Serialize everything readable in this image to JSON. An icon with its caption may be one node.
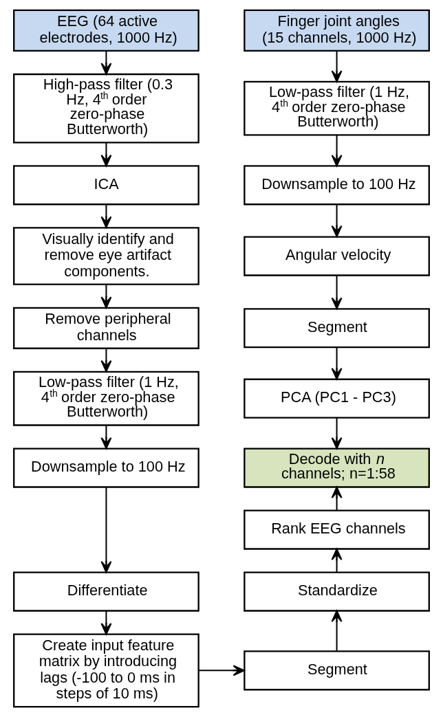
{
  "diagram": {
    "nodes": [
      {
        "text": [
          "EEG (64 active electrodes, 1000 Hz)"
        ]
      },
      {
        "text": [
          "High-pass filter (0.3 Hz, 4$^{th}$ order zero-phase Butterworth)"
        ]
      },
      {
        "text": [
          "ICA"
        ]
      },
      {
        "text": [
          "Visually identify and remove eye artifact components."
        ]
      },
      {
        "text": [
          "Remove peripheral channels"
        ]
      },
      {
        "text": [
          "Low-pass filter (1 Hz, 4$^{th}$ order zero-phase Butterworth)"
        ]
      },
      {
        "text": [
          "Downsample to 100 Hz"
        ]
      },
      {
        "text": [
          "Differentiate"
        ]
      },
      {
        "text": [
          "Create input feature matrix by introducing lags (-100 to 0 ms in steps of 10 ms)"
        ]
      },
      {
        "text": [
          "Finger joint angles (15 channels, 1000 Hz)"
        ]
      },
      {
        "text": [
          "Low-pass filter (1 Hz, 4$^{th}$ order zero-phase Butterworth)"
        ]
      },
      {
        "text": [
          "Downsample to 100 Hz"
        ]
      },
      {
        "text": [
          "Angular velocity"
        ]
      },
      {
        "text": [
          "Segment"
        ]
      },
      {
        "text": [
          "PCA (PC1 - PC3)"
        ]
      },
      {
        "text": [
          "Decode with *n* channels; n=1:58"
        ]
      },
      {
        "text": [
          "Rank EEG channels"
        ]
      },
      {
        "text": [
          "Standardize"
        ]
      },
      {
        "text": [
          "Segment"
        ]
      }
    ],
    "edges": [
      {
        "from": 0,
        "to": 1,
        "arrow": "to"
      },
      {
        "from": 1,
        "to": 2,
        "arrow": "to"
      },
      {
        "from": 2,
        "to": 3,
        "arrow": "to"
      },
      {
        "from": 3,
        "to": 4,
        "arrow": "to"
      },
      {
        "from": 4,
        "to": 5,
        "arrow": "to"
      },
      {
        "from": 5,
        "to": 6,
        "arrow": "to"
      },
      {
        "from": 6,
        "to": 7,
        "arrow": "to"
      },
      {
        "from": 7,
        "to": 8,
        "arrow": "to"
      },
      {
        "from": 9,
        "to": 10,
        "arrow": "to"
      },
      {
        "from": 10,
        "to": 11,
        "arrow": "to"
      },
      {
        "from": 11,
        "to": 12,
        "arrow": "to"
      },
      {
        "from": 12,
        "to": 13,
        "arrow": "to"
      },
      {
        "from": 13,
        "to": 14,
        "arrow": "to"
      },
      {
        "from": 14,
        "to": 15,
        "arrow": "to"
      },
      {
        "from": 8,
        "to": 18,
        "arrow": "to"
      },
      {
        "from": 18,
        "to": 17,
        "arrow": "to"
      },
      {
        "from": 17,
        "to": 16,
        "arrow": "to"
      },
      {
        "from": 16,
        "to": 15,
        "arrow": "to"
      }
    ]
  }
}
